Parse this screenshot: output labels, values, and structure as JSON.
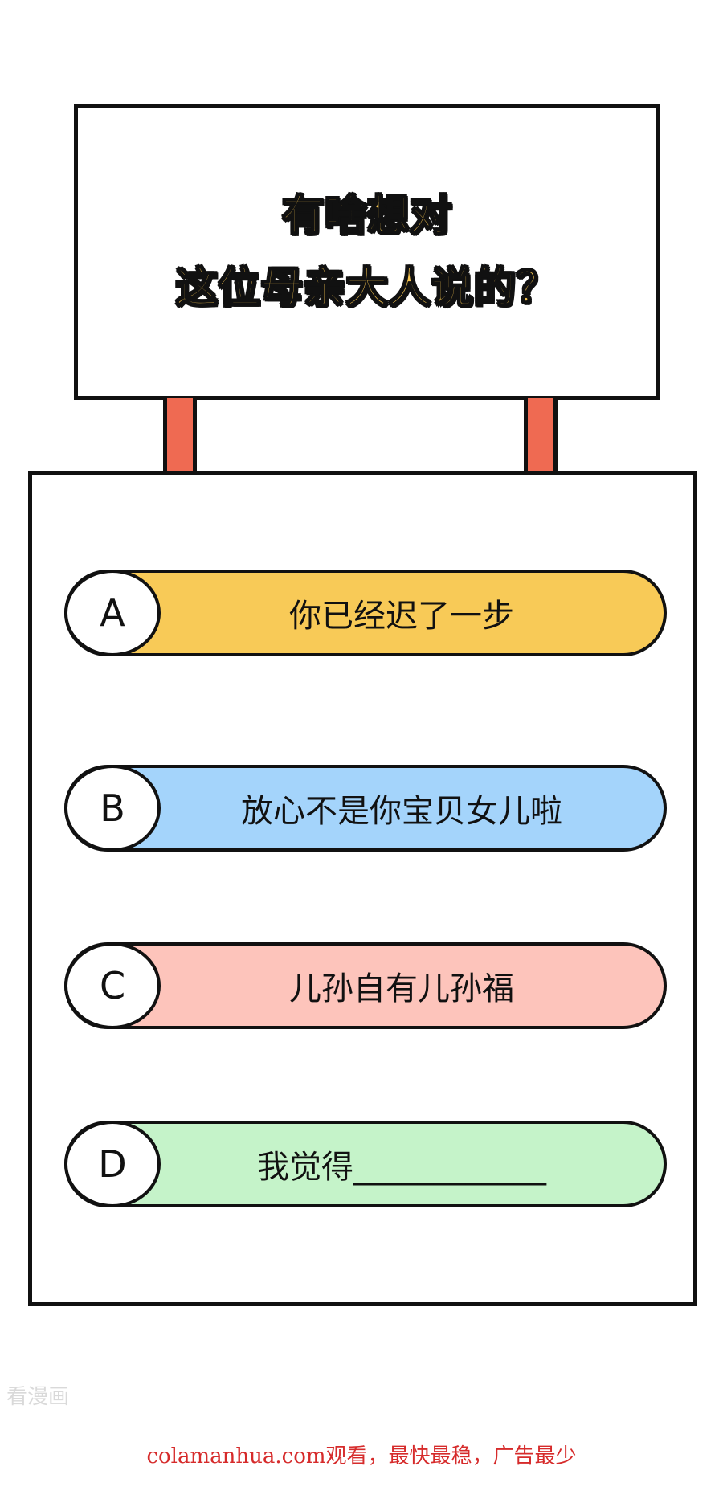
{
  "question": {
    "line1": "有啥想对",
    "line2": "这位母亲大人说的？"
  },
  "options": [
    {
      "label": "A",
      "text": "你已经迟了一步",
      "color": "#f8ca57"
    },
    {
      "label": "B",
      "text": "放心不是你宝贝女儿啦",
      "color": "#a4d4fb"
    },
    {
      "label": "C",
      "text": "儿孙自有儿孙福",
      "color": "#fdc4bb"
    },
    {
      "label": "D",
      "text": "我觉得____________",
      "color": "#c5f3c9"
    }
  ],
  "watermark": "看漫画",
  "footer": "colamanhua.com观看，最快最稳，广告最少",
  "colors": {
    "title_fill": "#f6c54f",
    "post": "#ef6a52",
    "footer_text": "#d62b2b"
  }
}
